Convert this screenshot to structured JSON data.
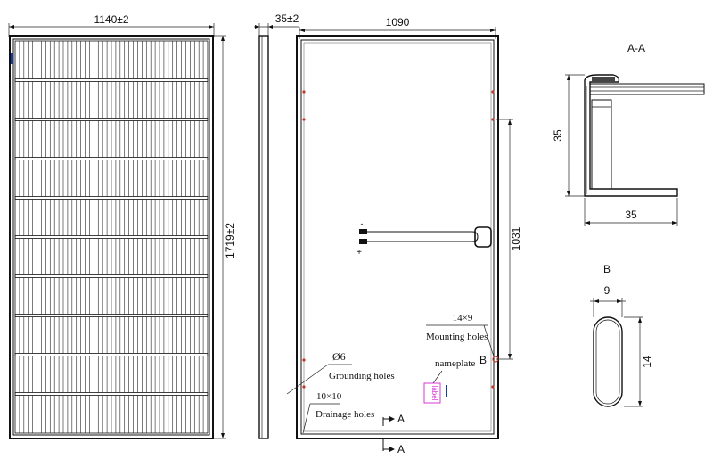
{
  "front_view": {
    "width_dim": "1140±2",
    "height_dim": "1719±2",
    "cell_columns": 44,
    "cell_rows": 10
  },
  "side_view": {
    "thickness_dim": "35±2"
  },
  "back_view": {
    "width_dim": "1090",
    "mount_spacing_dim": "1031",
    "mounting_hole_size": "14×9",
    "mounting_holes_label": "Mounting holes",
    "grounding_dia": "Ø6",
    "grounding_label": "Grounding holes",
    "drainage_size": "10×10",
    "drainage_label": "Drainage holes",
    "nameplate_label": "nameplate",
    "nameplate_sticker": "label",
    "detail_b_marker": "B",
    "section_marker_top": "A",
    "section_marker_bottom": "A",
    "connector_plus": "+",
    "connector_minus": "-"
  },
  "section_aa": {
    "title": "A-A",
    "height_dim": "35",
    "width_dim": "35"
  },
  "detail_b": {
    "title": "B",
    "width_dim": "9",
    "height_dim": "14"
  },
  "colors": {
    "line": "#111111",
    "marker_red": "#c0392b",
    "nameplate": "#d63ad6",
    "accent_blue": "#1a3a9a"
  }
}
